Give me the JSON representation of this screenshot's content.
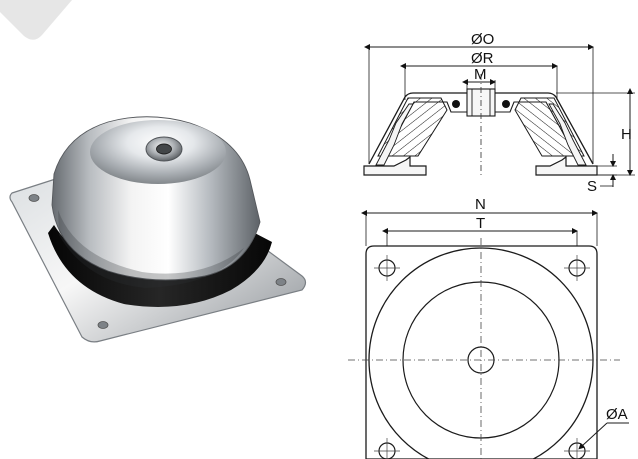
{
  "drawing": {
    "labels": {
      "outer_diameter": "ØO",
      "rubber_diameter": "ØR",
      "thread": "M",
      "height": "H",
      "plate_thickness": "S",
      "plate_width": "N",
      "hole_spacing": "T",
      "hole_diameter": "ØA"
    },
    "colors": {
      "background": "#ffffff",
      "line": "#1b1b1b",
      "metal_light": "#f6f6f6",
      "metal_mid": "#bfc3c7",
      "metal_dark": "#6f7479",
      "rubber": "#161616",
      "grey_bar": "#e6e6e6"
    },
    "icon": "anti-vibration-mount"
  }
}
